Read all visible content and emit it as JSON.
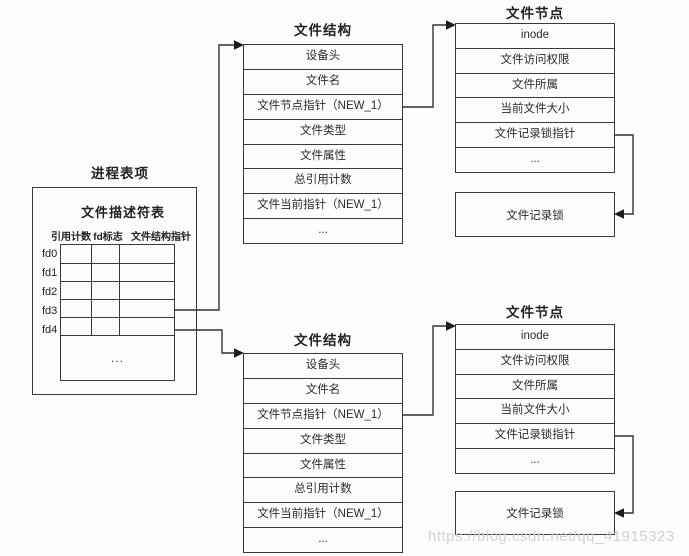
{
  "process_table": {
    "title": "进程表项",
    "subtitle": "文件描述符表",
    "columns": [
      "引用计数",
      "fd标志",
      "文件结构指针"
    ],
    "rows": [
      "fd0",
      "fd1",
      "fd2",
      "fd3",
      "fd4"
    ],
    "ellipsis": "..."
  },
  "file_structure": {
    "title": "文件结构",
    "rows": [
      "设备头",
      "文件名",
      "文件节点指针（NEW_1）",
      "文件类型",
      "文件属性",
      "总引用计数",
      "文件当前指针（NEW_1）",
      "..."
    ]
  },
  "file_node": {
    "title": "文件节点",
    "rows": [
      "inode",
      "文件访问权限",
      "文件所属",
      "当前文件大小",
      "文件记录锁指针",
      "..."
    ],
    "lock_label": "文件记录锁"
  },
  "watermark": "https://blog.csdn.net/qq_41915323",
  "colors": {
    "line": "#3a3a3a",
    "text": "#2b2b2b",
    "watermark": "#cdcdcd",
    "background": "#fdfdfd"
  }
}
